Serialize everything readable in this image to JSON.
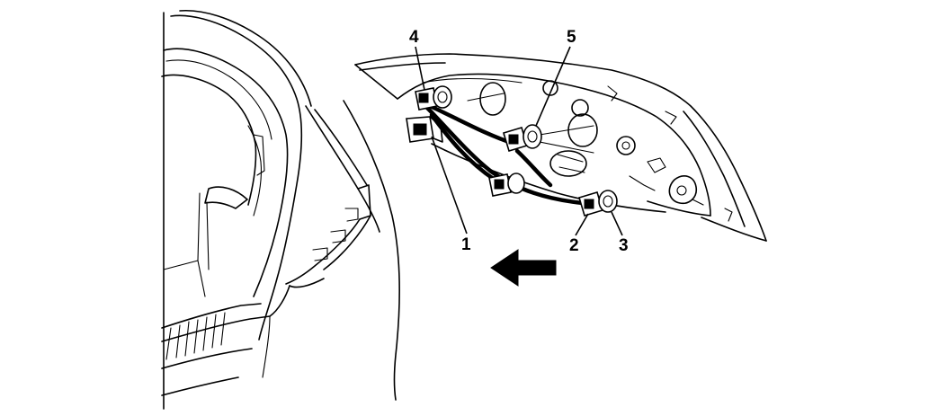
{
  "callouts": [
    {
      "id": "1",
      "label": "1"
    },
    {
      "id": "2",
      "label": "2"
    },
    {
      "id": "3",
      "label": "3"
    },
    {
      "id": "4",
      "label": "4"
    },
    {
      "id": "5",
      "label": "5"
    }
  ],
  "colors": {
    "line": "#000000",
    "background": "#ffffff"
  },
  "icons": {
    "direction_arrow": "arrow-left-icon"
  }
}
